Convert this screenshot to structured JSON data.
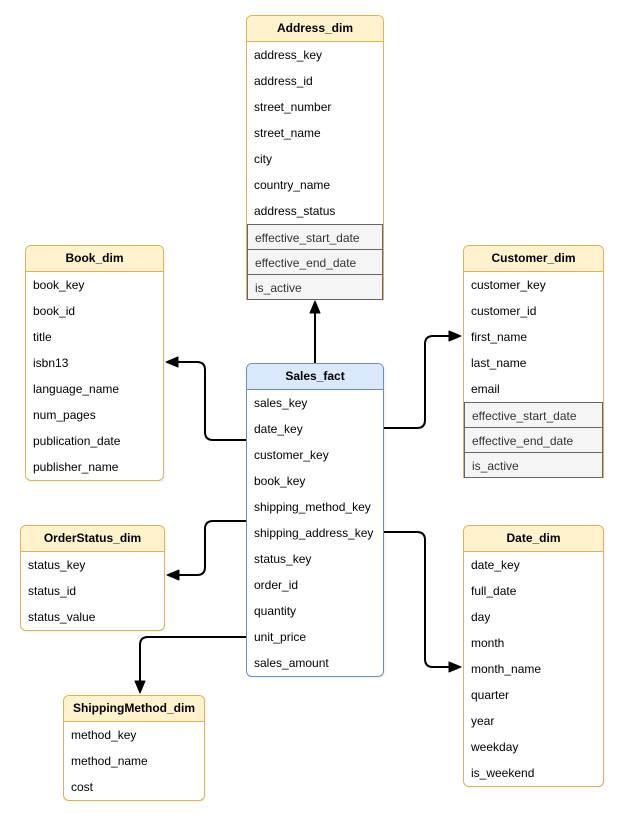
{
  "diagram": {
    "kind": "star-schema-er-diagram",
    "colors": {
      "background": "#FFFFFF",
      "dim_header_fill": "#FFF2CC",
      "dim_border": "#D6B656",
      "fact_header_fill": "#DAE8FC",
      "fact_border": "#6C8EBF",
      "scd_row_fill": "#F5F5F5",
      "scd_row_border": "#666666",
      "scd_row_text": "#333333",
      "connector": "#000000"
    },
    "tables": [
      {
        "id": "address_dim",
        "title": "Address_dim",
        "type": "dimension",
        "fields": [
          {
            "label": "address_key"
          },
          {
            "label": "address_id"
          },
          {
            "label": "street_number"
          },
          {
            "label": "street_name"
          },
          {
            "label": "city"
          },
          {
            "label": "country_name"
          },
          {
            "label": "address_status"
          },
          {
            "label": "effective_start_date",
            "scd": true
          },
          {
            "label": "effective_end_date",
            "scd": true
          },
          {
            "label": "is_active",
            "scd": true
          }
        ]
      },
      {
        "id": "book_dim",
        "title": "Book_dim",
        "type": "dimension",
        "fields": [
          {
            "label": "book_key"
          },
          {
            "label": "book_id"
          },
          {
            "label": "title"
          },
          {
            "label": "isbn13"
          },
          {
            "label": "language_name"
          },
          {
            "label": "num_pages"
          },
          {
            "label": "publication_date"
          },
          {
            "label": "publisher_name"
          }
        ]
      },
      {
        "id": "customer_dim",
        "title": "Customer_dim",
        "type": "dimension",
        "fields": [
          {
            "label": "customer_key"
          },
          {
            "label": "customer_id"
          },
          {
            "label": "first_name"
          },
          {
            "label": "last_name"
          },
          {
            "label": "email"
          },
          {
            "label": "effective_start_date",
            "scd": true
          },
          {
            "label": "effective_end_date",
            "scd": true
          },
          {
            "label": "is_active",
            "scd": true
          }
        ]
      },
      {
        "id": "sales_fact",
        "title": "Sales_fact",
        "type": "fact",
        "fields": [
          {
            "label": "sales_key"
          },
          {
            "label": "date_key"
          },
          {
            "label": "customer_key"
          },
          {
            "label": "book_key"
          },
          {
            "label": "shipping_method_key"
          },
          {
            "label": "shipping_address_key"
          },
          {
            "label": "status_key"
          },
          {
            "label": "order_id"
          },
          {
            "label": "quantity"
          },
          {
            "label": "unit_price"
          },
          {
            "label": "sales_amount"
          }
        ]
      },
      {
        "id": "orderstatus_dim",
        "title": "OrderStatus_dim",
        "type": "dimension",
        "fields": [
          {
            "label": "status_key"
          },
          {
            "label": "status_id"
          },
          {
            "label": "status_value"
          }
        ]
      },
      {
        "id": "shippingmethod_dim",
        "title": "ShippingMethod_dim",
        "type": "dimension",
        "fields": [
          {
            "label": "method_key"
          },
          {
            "label": "method_name"
          },
          {
            "label": "cost"
          }
        ]
      },
      {
        "id": "date_dim",
        "title": "Date_dim",
        "type": "dimension",
        "fields": [
          {
            "label": "date_key"
          },
          {
            "label": "full_date"
          },
          {
            "label": "day"
          },
          {
            "label": "month"
          },
          {
            "label": "month_name"
          },
          {
            "label": "quarter"
          },
          {
            "label": "year"
          },
          {
            "label": "weekday"
          },
          {
            "label": "is_weekend"
          }
        ]
      }
    ],
    "connections": [
      {
        "from": "Sales_fact",
        "to": "Address_dim"
      },
      {
        "from": "Sales_fact",
        "to": "Book_dim"
      },
      {
        "from": "Sales_fact",
        "to": "Customer_dim"
      },
      {
        "from": "Sales_fact",
        "to": "OrderStatus_dim"
      },
      {
        "from": "Sales_fact",
        "to": "ShippingMethod_dim"
      },
      {
        "from": "Sales_fact",
        "to": "Date_dim"
      }
    ]
  }
}
